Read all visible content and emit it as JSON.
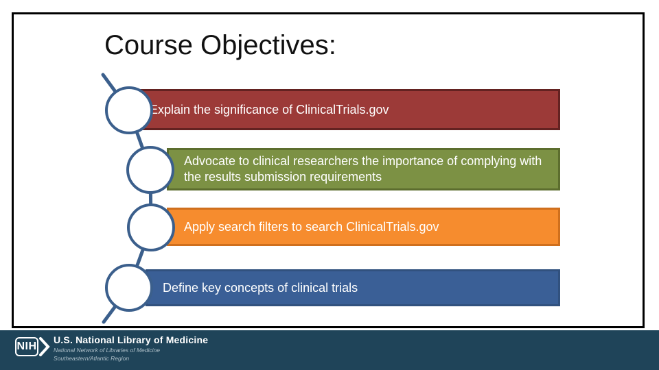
{
  "slide": {
    "title": "Course Objectives:"
  },
  "objectives": [
    {
      "label": "Explain the significance of ClinicalTrials.gov",
      "color": "#9c3a38",
      "border": "#632221"
    },
    {
      "label": "Advocate to clinical researchers the importance of complying with the results submission requirements",
      "color": "#7c9144",
      "border": "#5c6d2e"
    },
    {
      "label": "Apply search filters to search ClinicalTrials.gov",
      "color": "#f68c2e",
      "border": "#cf6f1d"
    },
    {
      "label": "Define key concepts of clinical trials",
      "color": "#3a5f96",
      "border": "#31517e"
    }
  ],
  "colors": {
    "connector": "#3b5f8c",
    "node_fill": "#ffffff",
    "footer_bg": "#1f4459",
    "frame_border": "#000000"
  },
  "footer": {
    "logo_text": "NIH",
    "org": "U.S. National Library of Medicine",
    "network": "National Network of Libraries of Medicine",
    "region": "Southeastern/Atlantic Region"
  }
}
